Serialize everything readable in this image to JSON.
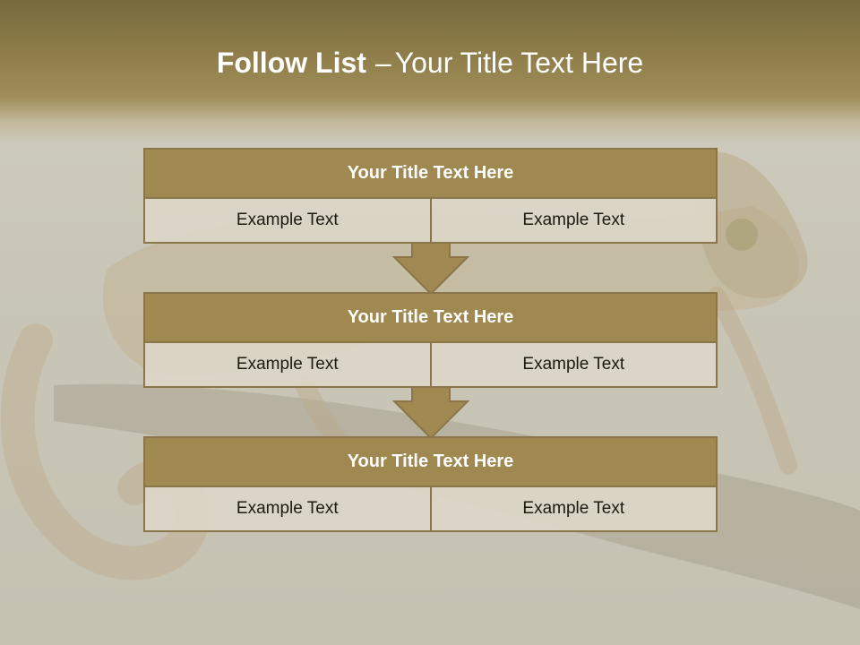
{
  "title": {
    "bold": "Follow List",
    "dash": "–",
    "rest": "Your Title Text Here"
  },
  "blocks": [
    {
      "title": "Your Title Text Here",
      "cells": [
        "Example Text",
        "Example Text"
      ]
    },
    {
      "title": "Your Title Text Here",
      "cells": [
        "Example Text",
        "Example Text"
      ]
    },
    {
      "title": "Your Title Text Here",
      "cells": [
        "Example Text",
        "Example Text"
      ]
    }
  ],
  "colors": {
    "header": "#8d7c48",
    "block_title_fill": "#a08950",
    "cell_fill": "#dcd6c7",
    "border": "#8a7649",
    "arrow": "#a08950"
  },
  "background_image": "chameleon-on-branch"
}
